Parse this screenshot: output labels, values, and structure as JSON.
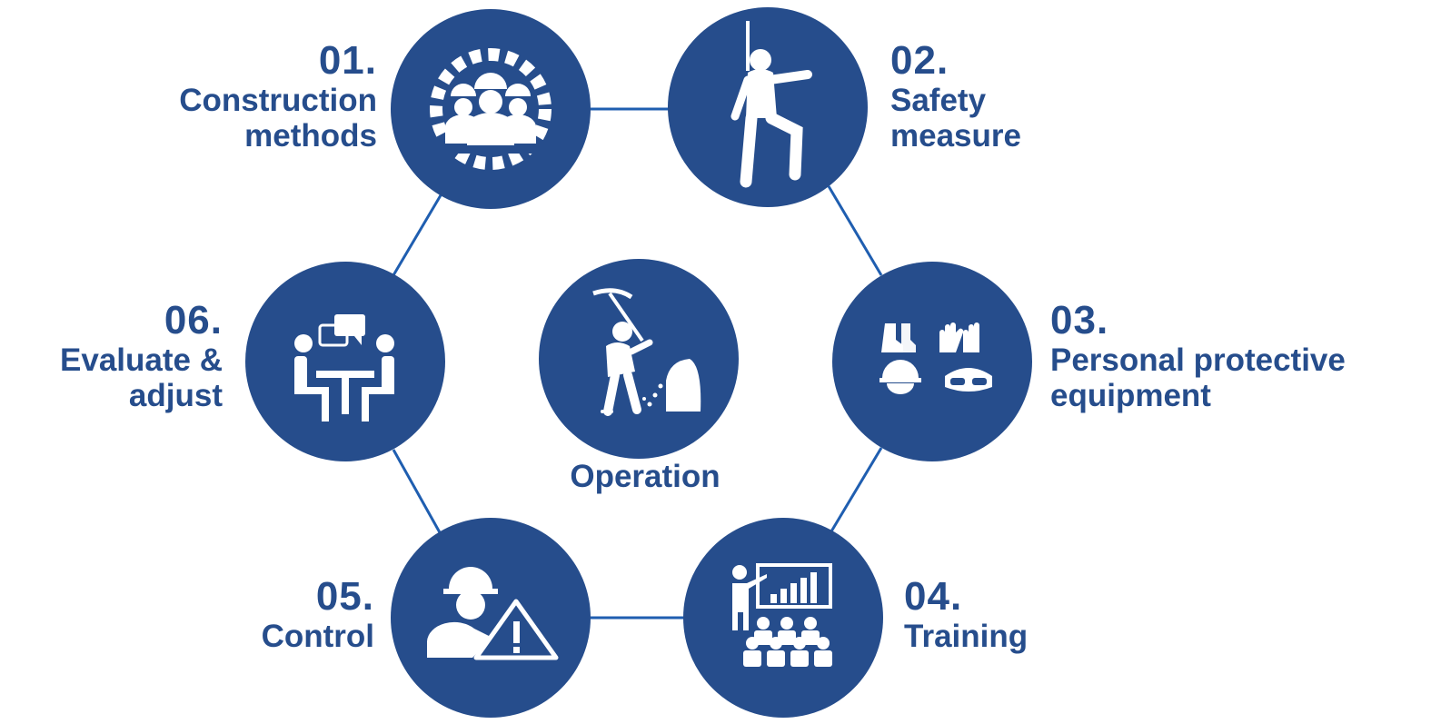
{
  "colors": {
    "node": "#264d8c",
    "line": "#1f5eb0",
    "text": "#264d8c",
    "icon": "#ffffff"
  },
  "center": {
    "label": "Operation",
    "icon": "miner-icon"
  },
  "steps": [
    {
      "number": "01.",
      "lines": [
        "Construction",
        "methods"
      ],
      "icon": "workers-gear-icon"
    },
    {
      "number": "02.",
      "lines": [
        "Safety",
        "measure"
      ],
      "icon": "safety-harness-icon"
    },
    {
      "number": "03.",
      "lines": [
        "Personal protective",
        "equipment"
      ],
      "icon": "ppe-icon"
    },
    {
      "number": "04.",
      "lines": [
        "Training"
      ],
      "icon": "training-presentation-icon"
    },
    {
      "number": "05.",
      "lines": [
        "Control"
      ],
      "icon": "worker-warning-icon"
    },
    {
      "number": "06.",
      "lines": [
        "Evaluate &",
        "adjust"
      ],
      "icon": "meeting-icon"
    }
  ]
}
